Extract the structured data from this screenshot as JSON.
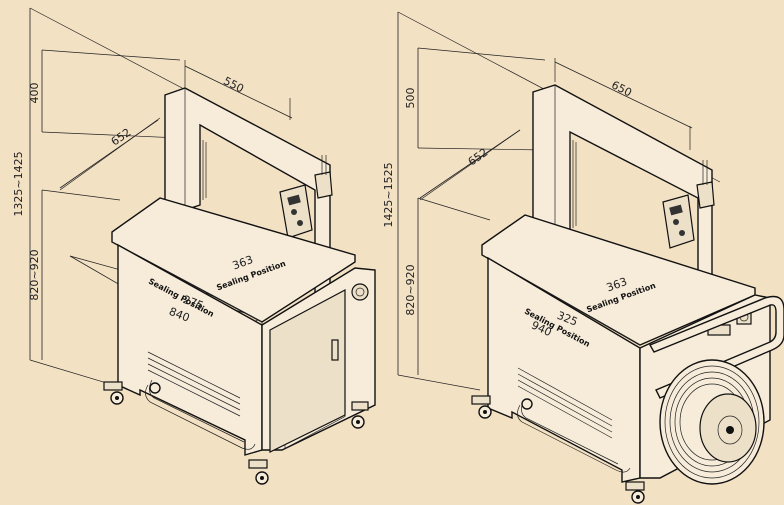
{
  "machine_left": {
    "dim_total_height": "1325~1425",
    "dim_table_height": "820~920",
    "dim_arch_height": "400",
    "dim_arch_width": "550",
    "dim_depth": "652",
    "dim_seal_right": "363",
    "dim_seal_left": "275",
    "dim_table_length": "840",
    "label_sealing_1": "Sealing Position",
    "label_sealing_2": "Sealing Position"
  },
  "machine_right": {
    "dim_total_height": "1425~1525",
    "dim_table_height": "820~920",
    "dim_arch_height": "500",
    "dim_arch_width": "650",
    "dim_depth": "652",
    "dim_seal_right": "363",
    "dim_seal_left": "325",
    "dim_table_length": "940",
    "label_sealing_1": "Sealing Position",
    "label_sealing_2": "Sealing Position"
  },
  "colors": {
    "background": "#f3e1c4",
    "line": "#111111"
  }
}
